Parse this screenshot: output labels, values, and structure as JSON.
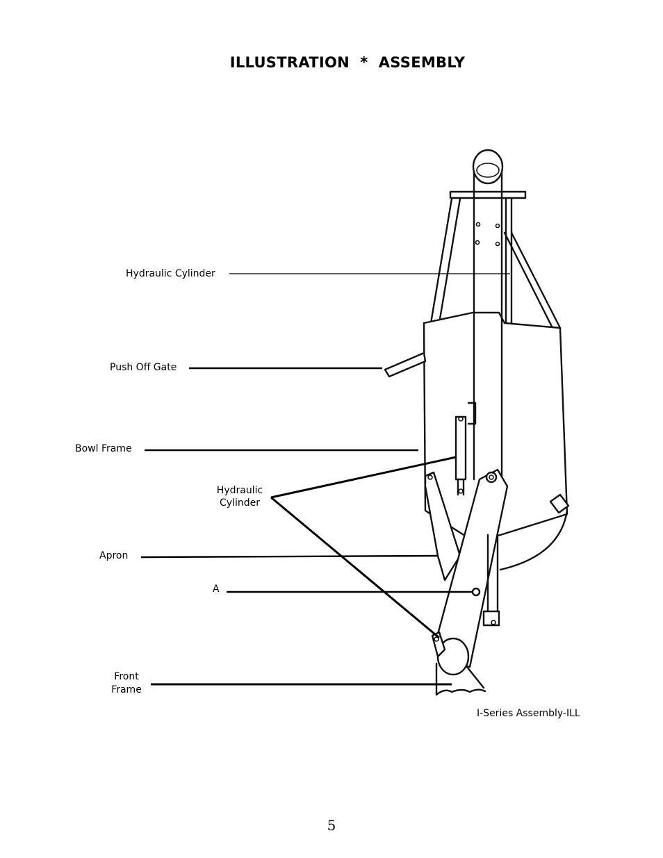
{
  "title": "ILLUSTRATION  *  ASSEMBLY",
  "labels": {
    "hydraulic_cylinder_top": "Hydraulic Cylinder",
    "push_off_gate": "Push Off Gate",
    "bowl_frame": "Bowl Frame",
    "hydraulic_cylinder_lower_line1": "Hydraulic",
    "hydraulic_cylinder_lower_line2": "Cylinder",
    "apron": "Apron",
    "a": "A",
    "front_frame_line1": "Front",
    "front_frame_line2": "Frame"
  },
  "caption": "I-Series Assembly-ILL",
  "page_number": "5"
}
